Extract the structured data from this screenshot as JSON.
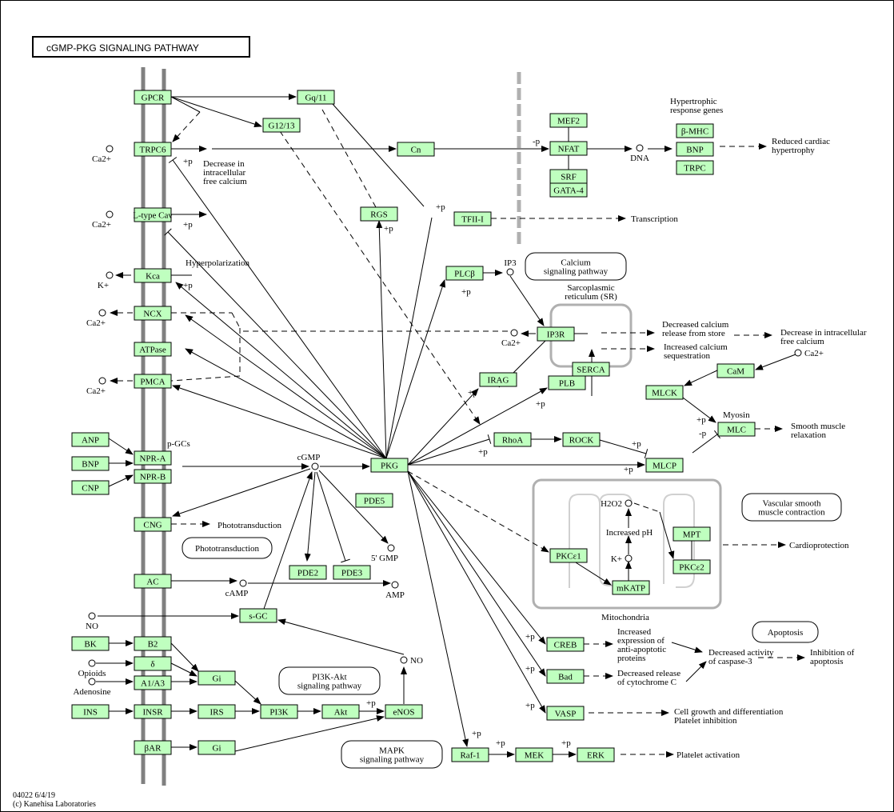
{
  "title": "cGMP-PKG  SIGNALING PATHWAY",
  "footer": {
    "id_date": "04022 6/4/19",
    "copyright": "(c) Kanehisa Laboratories"
  },
  "genes": {
    "GPCR": "GPCR",
    "Gq11": "Gq/11",
    "G1213": "G12/13",
    "TRPC6": "TRPC6",
    "Cn": "Cn",
    "MEF2": "MEF2",
    "NFAT": "NFAT",
    "SRF": "SRF",
    "GATA4": "GATA-4",
    "bMHC": "β-MHC",
    "BNP_h": "BNP",
    "TRPC": "TRPC",
    "LtypeCav": "L-type Cav",
    "RGS": "RGS",
    "TFIII": "TFII-I",
    "Kca": "Kca",
    "PLCb": "PLCβ",
    "NCX": "NCX",
    "IP3R": "IP3R",
    "ATPase": "ATPase",
    "SERCA": "SERCA",
    "PMCA": "PMCA",
    "IRAG": "IRAG",
    "PLB": "PLB",
    "CaM": "CaM",
    "MLCK": "MLCK",
    "ANP": "ANP",
    "BNP": "BNP",
    "CNP": "CNP",
    "NPRA": "NPR-A",
    "NPRB": "NPR-B",
    "RhoA": "RhoA",
    "ROCK": "ROCK",
    "MLC": "MLC",
    "PKG": "PKG",
    "MLCP": "MLCP",
    "PDE5": "PDE5",
    "CNG": "CNG",
    "PKCe1": "PKCε1",
    "MPT": "MPT",
    "PKCe2": "PKCε2",
    "mKATP": "mKATP",
    "PDE2": "PDE2",
    "PDE3": "PDE3",
    "AC": "AC",
    "sGC": "s-GC",
    "BK": "BK",
    "B2": "B2",
    "delta": "δ",
    "A1A3": "A1/A3",
    "Gi1": "Gi",
    "INS": "INS",
    "INSR": "INSR",
    "IRS": "IRS",
    "PI3K": "PI3K",
    "Akt": "Akt",
    "eNOS": "eNOS",
    "bAR": "βAR",
    "Gi2": "Gi",
    "CREB": "CREB",
    "Bad": "Bad",
    "VASP": "VASP",
    "Raf1": "Raf-1",
    "MEK": "MEK",
    "ERK": "ERK"
  },
  "compounds": {
    "ca_trpc6": "Ca2+",
    "ca_ltype": "Ca2+",
    "k_kca": "K+",
    "ca_ncx": "Ca2+",
    "ca_pmca": "Ca2+",
    "dna": "DNA",
    "ip3": "IP3",
    "ca_ip3r": "Ca2+",
    "ca_cam": "Ca2+",
    "cgmp": "cGMP",
    "gmp5": "5' GMP",
    "camp": "cAMP",
    "amp": "AMP",
    "no_left": "NO",
    "opioids": "Opioids",
    "adenosine": "Adenosine",
    "no_enos": "NO",
    "h2o2": "H2O2",
    "k_mito": "K+"
  },
  "pathways": {
    "calcium": [
      "Calcium",
      "signaling pathway"
    ],
    "phototransduction": [
      "Phototransduction"
    ],
    "vascular": [
      "Vascular smooth",
      "muscle contraction"
    ],
    "apoptosis": [
      "Apoptosis"
    ],
    "pi3k": [
      "PI3K-Akt",
      "signaling pathway"
    ],
    "mapk": [
      "MAPK",
      "signaling pathway"
    ]
  },
  "labels": {
    "decrease_ca_left": [
      "Decrease in",
      "intracellular",
      "free calcium"
    ],
    "hyperpolarization": [
      "Hyperpolarization"
    ],
    "hypertrophic": [
      "Hypertrophic",
      "response genes"
    ],
    "reduced_hyper": [
      "Reduced cardiac",
      "hypertrophy"
    ],
    "transcription": [
      "Transcription"
    ],
    "sr": [
      "Sarcoplasmic",
      "reticulum (SR)"
    ],
    "dec_release": [
      "Decreased calcium",
      "release from store"
    ],
    "inc_seq": [
      "Increased calcium",
      "sequestration"
    ],
    "dec_ca_right": [
      "Decrease in intracellular",
      "free calcium"
    ],
    "myosin": [
      "Myosin"
    ],
    "smooth_relax": [
      "Smooth muscle",
      "relaxation"
    ],
    "pgcs": [
      "p-GCs"
    ],
    "phototrans_out": [
      "Phototransduction"
    ],
    "increased_ph": [
      "Increased pH"
    ],
    "cardioprotection": [
      "Cardioprotection"
    ],
    "mitochondria": [
      "Mitochondria"
    ],
    "anti_apop": [
      "Increased",
      "expression of",
      "anti-apoptotic",
      "proteins"
    ],
    "dec_cytc": [
      "Decreased release",
      "of cytochrome C"
    ],
    "dec_casp": [
      "Decreased activity",
      "of caspase-3"
    ],
    "inh_apop": [
      "Inhibition of",
      "apoptosis"
    ],
    "cell_growth": [
      "Cell growth and differentiation",
      "Platelet inhibition"
    ],
    "platelet_act": [
      "Platelet activation"
    ]
  },
  "modifiers": {
    "plus_p": "+p",
    "minus_p": "-p"
  }
}
